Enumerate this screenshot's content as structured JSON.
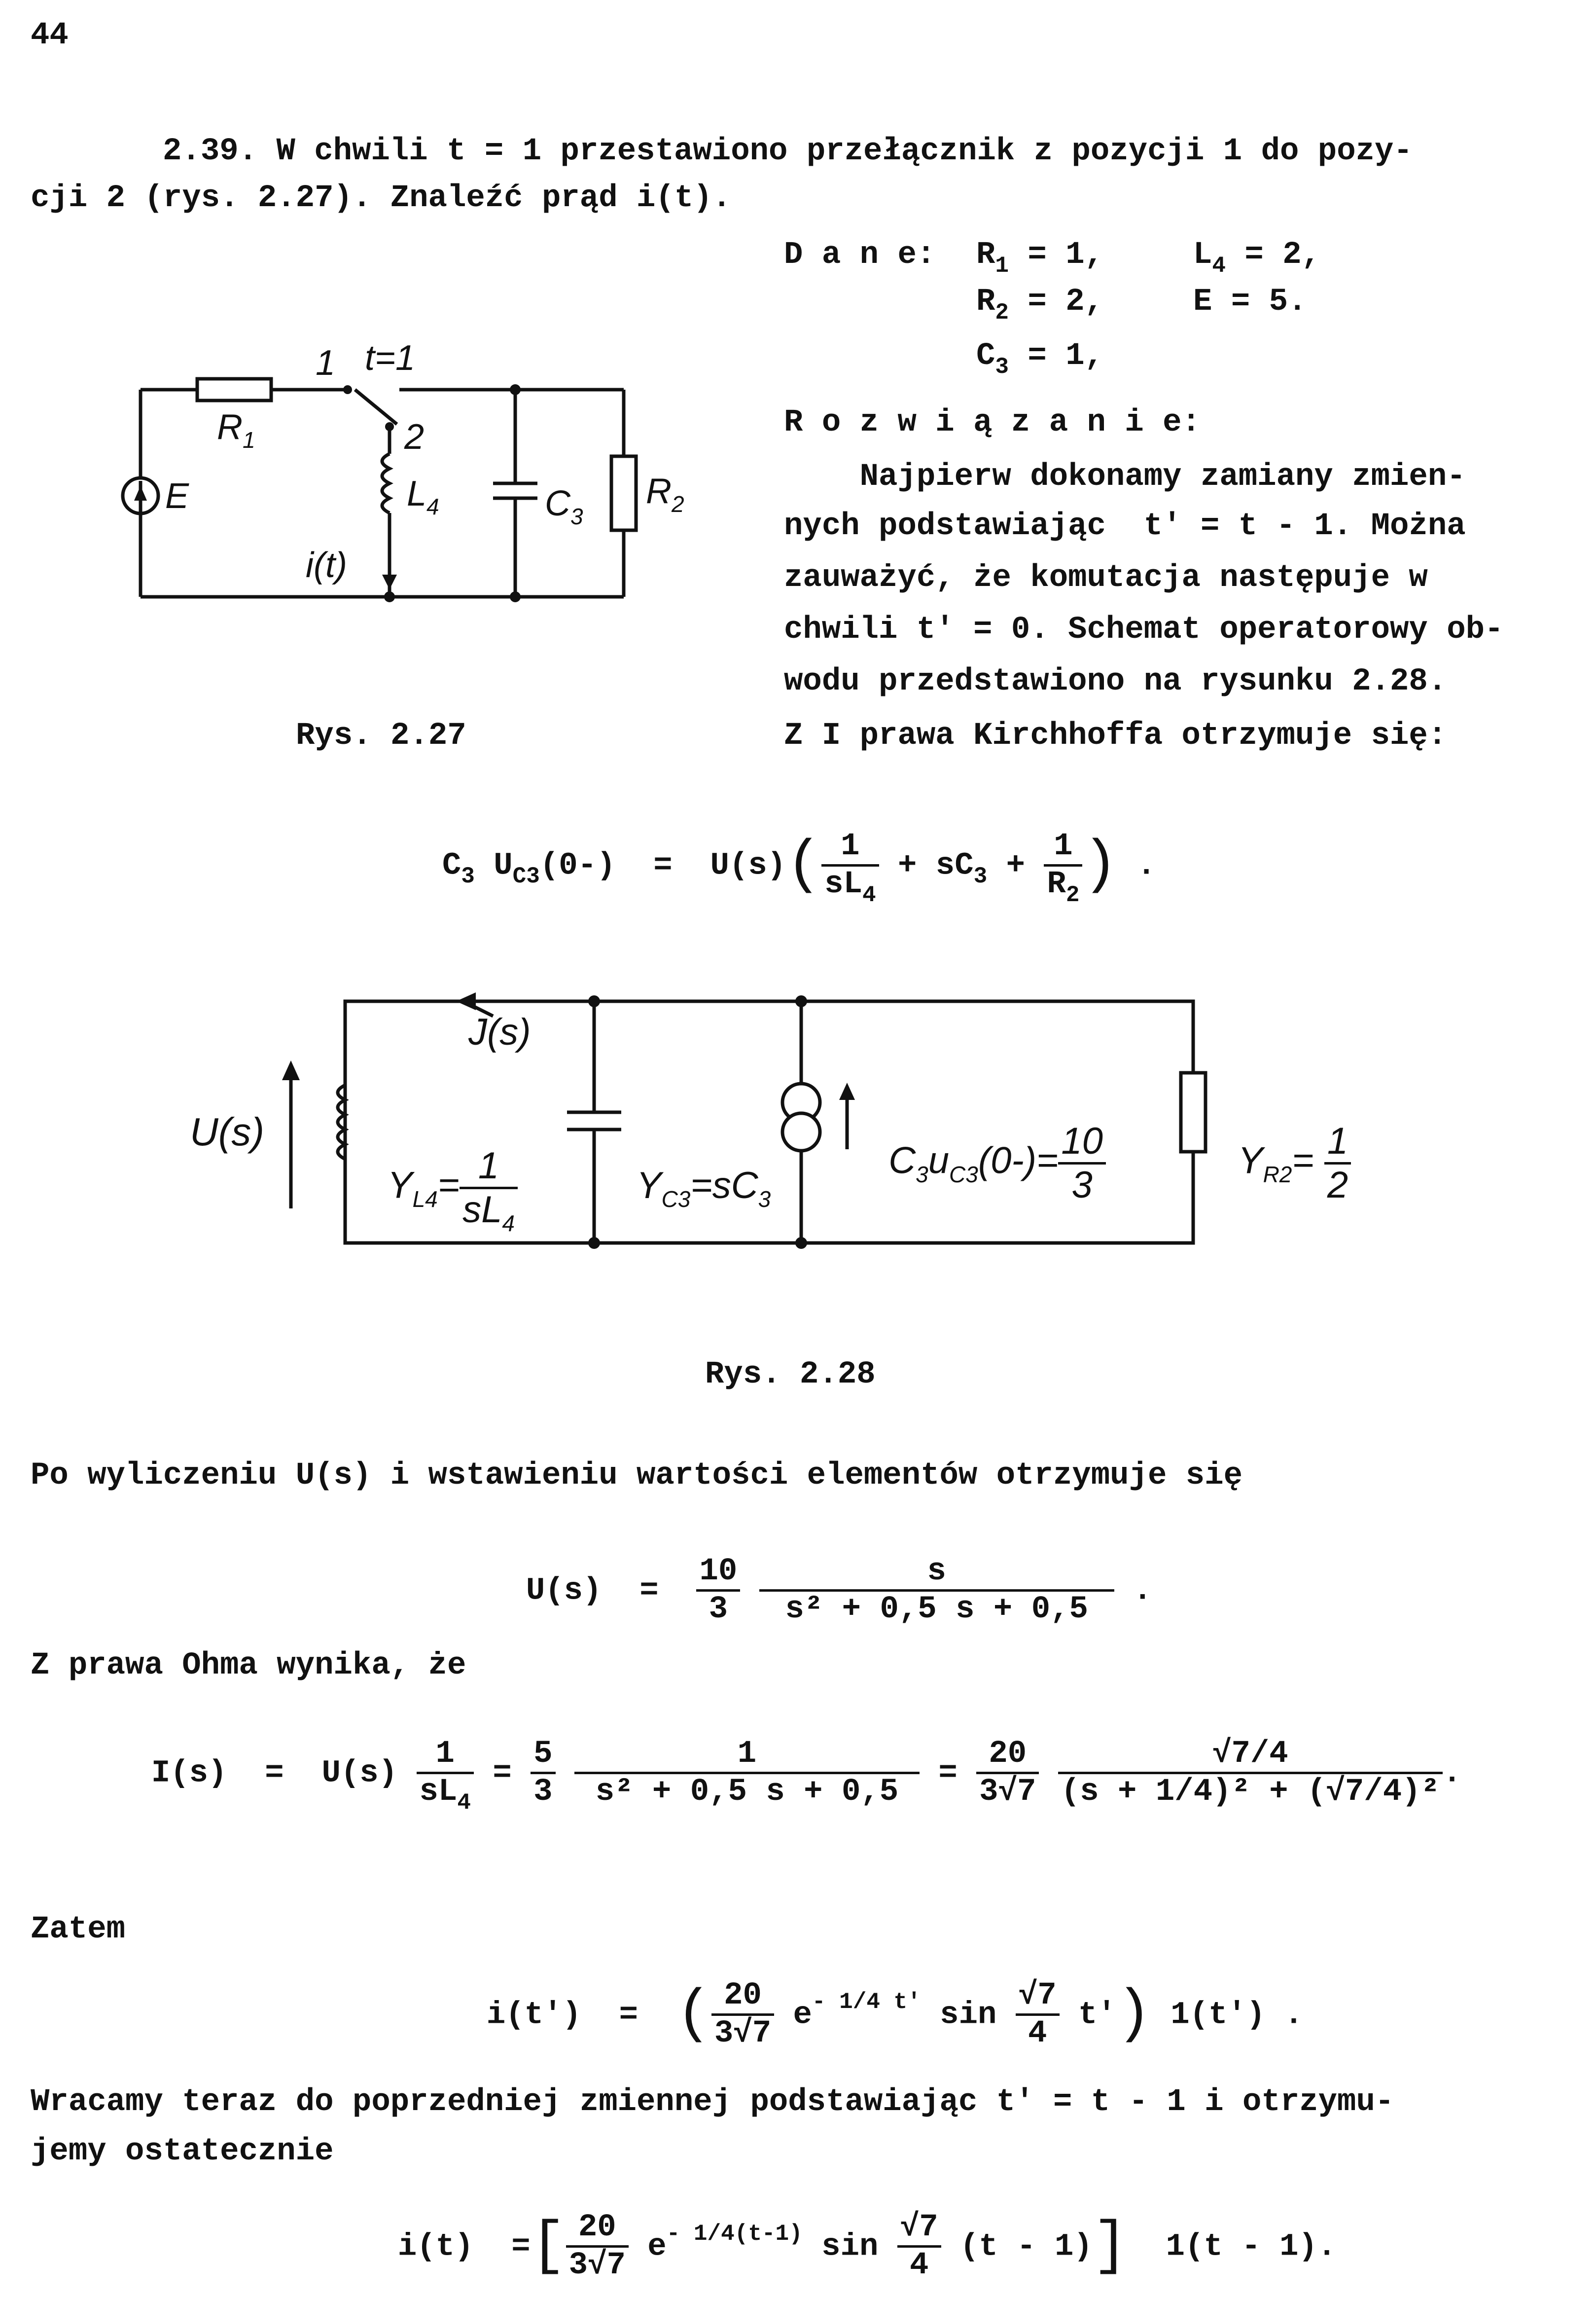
{
  "page_number": "44",
  "problem": {
    "line1": "2.39. W chwili t = 1 przestawiono przełącznik z pozycji 1 do pozy-",
    "line2": "cji 2 (rys. 2.27). Znaleźć prąd i(t)."
  },
  "given": {
    "label": "D a n e:",
    "r1": "R",
    "r1_sub": "1",
    "r1_val": " = 1,",
    "l4": "L",
    "l4_sub": "4",
    "l4_val": " = 2,",
    "r2": "R",
    "r2_sub": "2",
    "r2_val": " = 2,",
    "e": "E = 5.",
    "c3": "C",
    "c3_sub": "3",
    "c3_val": " = 1,"
  },
  "solution": {
    "label": "R o z w i ą z a n i e:",
    "lines": [
      "    Najpierw dokonamy zamiany zmien-",
      "nych podstawiając  t' = t - 1. Można",
      "zauważyć, że komutacja następuje w",
      "chwili t' = 0. Schemat operatorowy ob-",
      "wodu przedstawiono na rysunku 2.28.",
      "Z I prawa Kirchhoffa otrzymuje się:"
    ]
  },
  "fig1": {
    "caption": "Rys. 2.27",
    "labels": {
      "r1": "R",
      "r1_sub": "1",
      "pos1": "1",
      "switch": "t=1",
      "pos2": "2",
      "e": "E",
      "l4": "L",
      "l4_sub": "4",
      "c3": "C",
      "c3_sub": "3",
      "r2": "R",
      "r2_sub": "2",
      "current": "i(t)"
    }
  },
  "eq1": {
    "lhs": "C",
    "lhs_sub": "3",
    "lhs_u": " U",
    "lhs_u_sub": "C3",
    "lhs_arg": "(0-)  =  U(s)",
    "num": "1",
    "den1": "sL",
    "den1_sub": "4",
    "mid": " + sC",
    "mid_sub": "3",
    "plus": " + ",
    "den2": "R",
    "den2_sub": "2",
    "end": " ."
  },
  "fig2": {
    "caption": "Rys. 2.28",
    "labels": {
      "current": "J(s)",
      "voltage": "U(s)",
      "yl4": "Y",
      "yl4_sub": "L4",
      "yl4_eq": "=",
      "yl4_num": "1",
      "yl4_den": "sL",
      "yl4_den_sub": "4",
      "yc3": "Y",
      "yc3_sub": "C3",
      "yc3_eq": "=sC",
      "yc3_eq_sub": "3",
      "src": "C",
      "src_sub": "3",
      "src_u": "u",
      "src_u_sub": "C3",
      "src_arg": "(0-)=",
      "src_num": "10",
      "src_den": "3",
      "yr2": "Y",
      "yr2_sub": "R2",
      "yr2_eq": "= ",
      "yr2_num": "1",
      "yr2_den": "2"
    }
  },
  "text_after_fig2": "Po wyliczeniu U(s) i wstawieniu wartości elementów otrzymuje się",
  "eq2": {
    "lhs": "U(s)  =  ",
    "c_num": "10",
    "c_den": "3",
    "num": "s",
    "den": "s² + 0,5 s + 0,5",
    "end": " ."
  },
  "text_ohm": "Z prawa Ohma wynika, że",
  "eq3": {
    "lhs": "I(s)  =  U(s) ",
    "f1_num": "1",
    "f1_den": "sL",
    "f1_den_sub": "4",
    "eq": " = ",
    "f2_num": "5",
    "f2_den": "3",
    "f3_num": "1",
    "f3_den": "s² + 0,5 s + 0,5",
    "eq2": " = ",
    "f4_num": "20",
    "f4_den": "3√7",
    "f5_num": "√7/4",
    "f5_den": "(s + 1/4)² + (√7/4)²",
    "end": "."
  },
  "text_zatem": "Zatem",
  "eq4": {
    "lhs": "i(t')  =  ",
    "c_num": "20",
    "c_den": "3√7",
    "exp_base": "e",
    "exp": "- 1/4 t'",
    "sin": " sin ",
    "sin_num": "√7",
    "sin_den": "4",
    "sin_arg": " t'",
    "tail": " 1(t') ."
  },
  "text_back1": "Wracamy teraz do poprzedniej zmiennej podstawiając t' = t - 1 i otrzymu-",
  "text_back2": "jemy ostatecznie",
  "eq5": {
    "lhs": "i(t)  =",
    "c_num": "20",
    "c_den": "3√7",
    "exp_base": "e",
    "exp": "- 1/4(t-1)",
    "sin": " sin ",
    "sin_num": "√7",
    "sin_den": "4",
    "sin_arg": " (t - 1)",
    "tail": "  1(t - 1)."
  }
}
